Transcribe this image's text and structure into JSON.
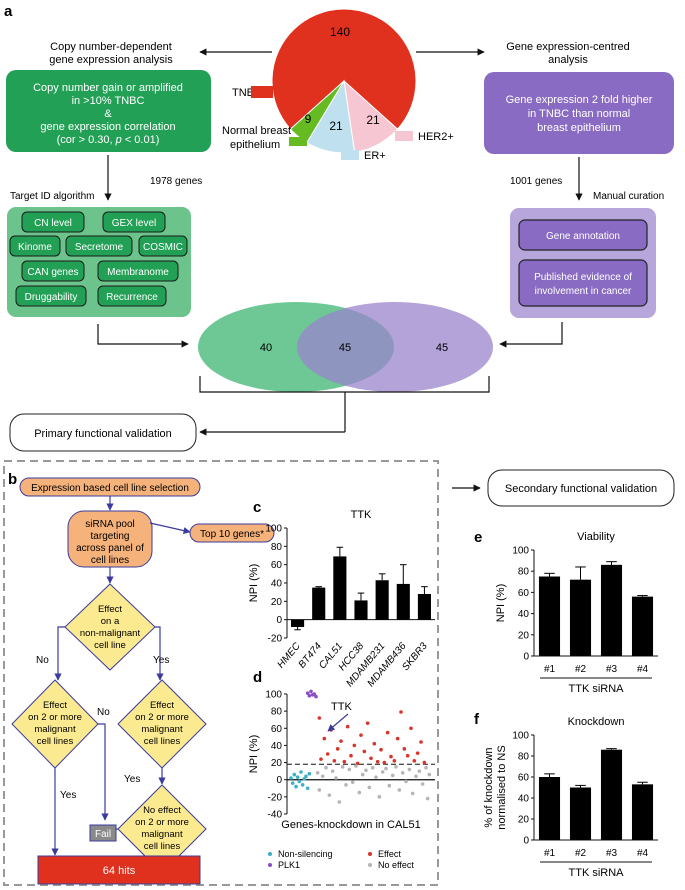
{
  "panels": {
    "a": "a",
    "b": "b",
    "c": "c",
    "d": "d",
    "e": "e",
    "f": "f"
  },
  "pie": {
    "slices": [
      {
        "label": "TNBC",
        "value": 140,
        "color": "#e0301e"
      },
      {
        "label": "Normal breast epithelium",
        "value": 9,
        "color": "#66bb22"
      },
      {
        "label": "ER+",
        "value": 21,
        "color": "#bfe0ee"
      },
      {
        "label": "HER2+",
        "value": 21,
        "color": "#f6c6d3"
      }
    ],
    "value_labels": [
      "140",
      "9",
      "21",
      "21"
    ],
    "legend": {
      "tnbc": "TNBC",
      "normal_line1": "Normal breast",
      "normal_line2": "epithelium",
      "er": "ER+",
      "her2": "HER2+"
    }
  },
  "left_branch": {
    "title_line1": "Copy number-dependent",
    "title_line2": "gene expression analysis",
    "box_line1": "Copy number gain or amplified",
    "box_line2": "in >10% TNBC",
    "box_line3": "&",
    "box_line4": "gene expression correlation",
    "box_line5_pre": "(cor > 0.30, ",
    "box_line5_p": "p",
    "box_line5_post": " < 0.01)",
    "genes": "1978 genes",
    "algo_label": "Target ID algorithm",
    "algo_items": [
      "CN level",
      "GEX level",
      "Kinome",
      "Secretome",
      "COSMIC",
      "CAN genes",
      "Membranome",
      "Druggability",
      "Recurrence"
    ]
  },
  "right_branch": {
    "title_line1": "Gene expression-centred",
    "title_line2": "analysis",
    "box_line1": "Gene expression 2 fold higher",
    "box_line2": "in TNBC than normal",
    "box_line3": "breast epithelium",
    "genes": "1001 genes",
    "curation_label": "Manual curation",
    "cur_item1": "Gene annotation",
    "cur_item2_line1": "Published evidence of",
    "cur_item2_line2": "involvement in cancer"
  },
  "venn": {
    "left": "40",
    "center": "45",
    "right": "45"
  },
  "validation": {
    "primary": "Primary functional validation",
    "secondary": "Secondary functional validation"
  },
  "flow": {
    "selection": "Expression based cell line selection",
    "pool_lines": [
      "siRNA pool",
      "targeting",
      "across panel of",
      "cell lines"
    ],
    "top10": "Top 10 genes*",
    "d1": [
      "Effect",
      "on a",
      "non-malignant",
      "cell line"
    ],
    "d2": [
      "Effect",
      "on 2 or more",
      "malignant",
      "cell lines"
    ],
    "d3": [
      "Effect",
      "on 2 or more",
      "malignant",
      "cell lines"
    ],
    "d4": [
      "No effect",
      "on 2 or more",
      "malignant",
      "cell lines"
    ],
    "no": "No",
    "yes": "Yes",
    "fail": "Fail",
    "hits": "64 hits"
  },
  "colors": {
    "green": "#22a055",
    "green_light": "#6cc48c",
    "green_box": "#2eaa62",
    "purple": "#8a6bc3",
    "purple_light": "#b6a6dc",
    "purple_mid": "#9a84cc",
    "diamond": "#fbea8f",
    "flow_orange": "#f5b27a",
    "fail_grey": "#8a8a8a",
    "hits_red": "#e0301e",
    "flow_arrow": "#3b3b9e"
  },
  "chart_data": [
    {
      "type": "bar",
      "title": "TTK",
      "ylabel": "NPI (%)",
      "categories": [
        "HMEC",
        "BT474",
        "CAL51",
        "HCC38",
        "MDAMB231",
        "MDAMB436",
        "SKBR3"
      ],
      "values": [
        -8,
        35,
        69,
        21,
        43,
        39,
        28
      ],
      "errors": [
        3,
        1,
        10,
        8,
        7,
        21,
        8
      ],
      "ylim": [
        -20,
        100
      ],
      "yticks": [
        -20,
        0,
        20,
        40,
        60,
        80,
        100
      ]
    },
    {
      "type": "scatter",
      "ylabel": "NPI (%)",
      "xlabel": "Genes-knockdown in CAL51",
      "ylim": [
        -40,
        100
      ],
      "yticks": [
        -40,
        -20,
        0,
        20,
        40,
        60,
        80,
        100
      ],
      "annotation": "TTK",
      "threshold": 18,
      "legend": [
        "Non-silencing",
        "PLK1",
        "Effect",
        "No effect"
      ],
      "series": [
        {
          "name": "Non-silencing",
          "color": "#3ab0c8",
          "points": [
            [
              1,
              2
            ],
            [
              2,
              -4
            ],
            [
              3,
              6
            ],
            [
              4,
              -8
            ],
            [
              5,
              3
            ],
            [
              6,
              -2
            ],
            [
              7,
              9
            ],
            [
              8,
              -6
            ],
            [
              9,
              1
            ],
            [
              10,
              4
            ],
            [
              11,
              -10
            ],
            [
              12,
              7
            ]
          ]
        },
        {
          "name": "PLK1",
          "color": "#8a4fc2",
          "points": [
            [
              11,
              101
            ],
            [
              12,
              98
            ],
            [
              13,
              103
            ],
            [
              14,
              99
            ],
            [
              15,
              100
            ],
            [
              16,
              97
            ]
          ]
        },
        {
          "name": "Effect",
          "color": "#d8352a",
          "points": [
            [
              18,
              72
            ],
            [
              19,
              24
            ],
            [
              21,
              48
            ],
            [
              23,
              30
            ],
            [
              25,
              58
            ],
            [
              27,
              22
            ],
            [
              29,
              36
            ],
            [
              31,
              45
            ],
            [
              33,
              21
            ],
            [
              35,
              62
            ],
            [
              37,
              28
            ],
            [
              39,
              40
            ],
            [
              41,
              19
            ],
            [
              43,
              52
            ],
            [
              45,
              33
            ],
            [
              47,
              66
            ],
            [
              49,
              25
            ],
            [
              51,
              42
            ],
            [
              53,
              21
            ],
            [
              55,
              35
            ],
            [
              57,
              20
            ],
            [
              59,
              55
            ],
            [
              61,
              27
            ],
            [
              63,
              22
            ],
            [
              65,
              48
            ],
            [
              67,
              79
            ],
            [
              69,
              36
            ],
            [
              71,
              28
            ],
            [
              73,
              60
            ],
            [
              75,
              22
            ],
            [
              77,
              31
            ],
            [
              79,
              44
            ],
            [
              81,
              20
            ]
          ]
        },
        {
          "name": "No effect",
          "color": "#b5b5b5",
          "points": [
            [
              17,
              8
            ],
            [
              18,
              -12
            ],
            [
              20,
              4
            ],
            [
              22,
              14
            ],
            [
              24,
              -18
            ],
            [
              26,
              10
            ],
            [
              28,
              2
            ],
            [
              30,
              -26
            ],
            [
              32,
              15
            ],
            [
              34,
              -6
            ],
            [
              36,
              12
            ],
            [
              38,
              -3
            ],
            [
              40,
              16
            ],
            [
              42,
              -15
            ],
            [
              44,
              6
            ],
            [
              46,
              11
            ],
            [
              48,
              -9
            ],
            [
              50,
              14
            ],
            [
              52,
              3
            ],
            [
              54,
              -20
            ],
            [
              56,
              9
            ],
            [
              58,
              13
            ],
            [
              60,
              -7
            ],
            [
              62,
              5
            ],
            [
              64,
              15
            ],
            [
              66,
              -12
            ],
            [
              68,
              8
            ],
            [
              70,
              -2
            ],
            [
              72,
              12
            ],
            [
              74,
              -16
            ],
            [
              76,
              4
            ],
            [
              78,
              10
            ],
            [
              80,
              -5
            ],
            [
              82,
              14
            ],
            [
              83,
              -22
            ],
            [
              84,
              6
            ]
          ]
        }
      ]
    },
    {
      "type": "bar",
      "title": "Viability",
      "ylabel": "NPI (%)",
      "xlabel": "TTK siRNA",
      "categories": [
        "#1",
        "#2",
        "#3",
        "#4"
      ],
      "values": [
        75,
        72,
        86,
        56
      ],
      "errors": [
        3,
        12,
        3,
        1
      ],
      "ylim": [
        0,
        100
      ],
      "yticks": [
        0,
        20,
        40,
        60,
        80,
        100
      ]
    },
    {
      "type": "bar",
      "title": "Knockdown",
      "ylabel_line1": "% of knockdown",
      "ylabel_line2": "normalised to NS",
      "xlabel": "TTK siRNA",
      "categories": [
        "#1",
        "#2",
        "#3",
        "#4"
      ],
      "values": [
        60,
        50,
        86,
        53
      ],
      "errors": [
        3,
        2,
        1,
        2
      ],
      "ylim": [
        0,
        100
      ],
      "yticks": [
        0,
        20,
        40,
        60,
        80,
        100
      ]
    }
  ]
}
